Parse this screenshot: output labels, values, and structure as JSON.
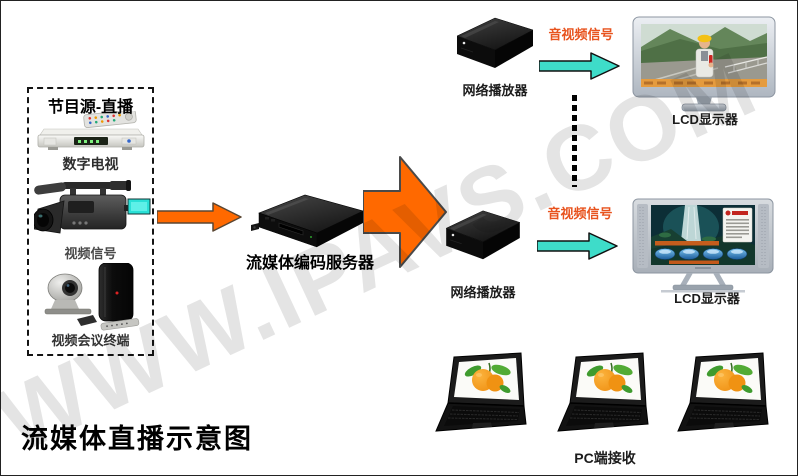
{
  "diagram_title": "流媒体直播示意图",
  "watermark": "WWW.IPAVS.COM",
  "source_box": {
    "title": "节目源-直播",
    "items": [
      {
        "label": "数字电视"
      },
      {
        "label": "视频信号"
      },
      {
        "label": "视频会议终端"
      }
    ]
  },
  "encoder": {
    "label": "流媒体编码服务器"
  },
  "network_players": [
    {
      "label": "网络播放器"
    },
    {
      "label": "网络播放器"
    }
  ],
  "signal_labels": [
    {
      "label": "音视频信号"
    },
    {
      "label": "音视频信号"
    }
  ],
  "lcd_displays": [
    {
      "label": "LCD显示器"
    },
    {
      "label": "LCD显示器"
    }
  ],
  "pc_section": {
    "label": "PC端接收"
  },
  "colors": {
    "arrow_orange": "#FF6900",
    "arrow_cyan": "#3EDCC9",
    "signal_text": "#E8531E",
    "watermark_gray": "#E4E4E4"
  }
}
